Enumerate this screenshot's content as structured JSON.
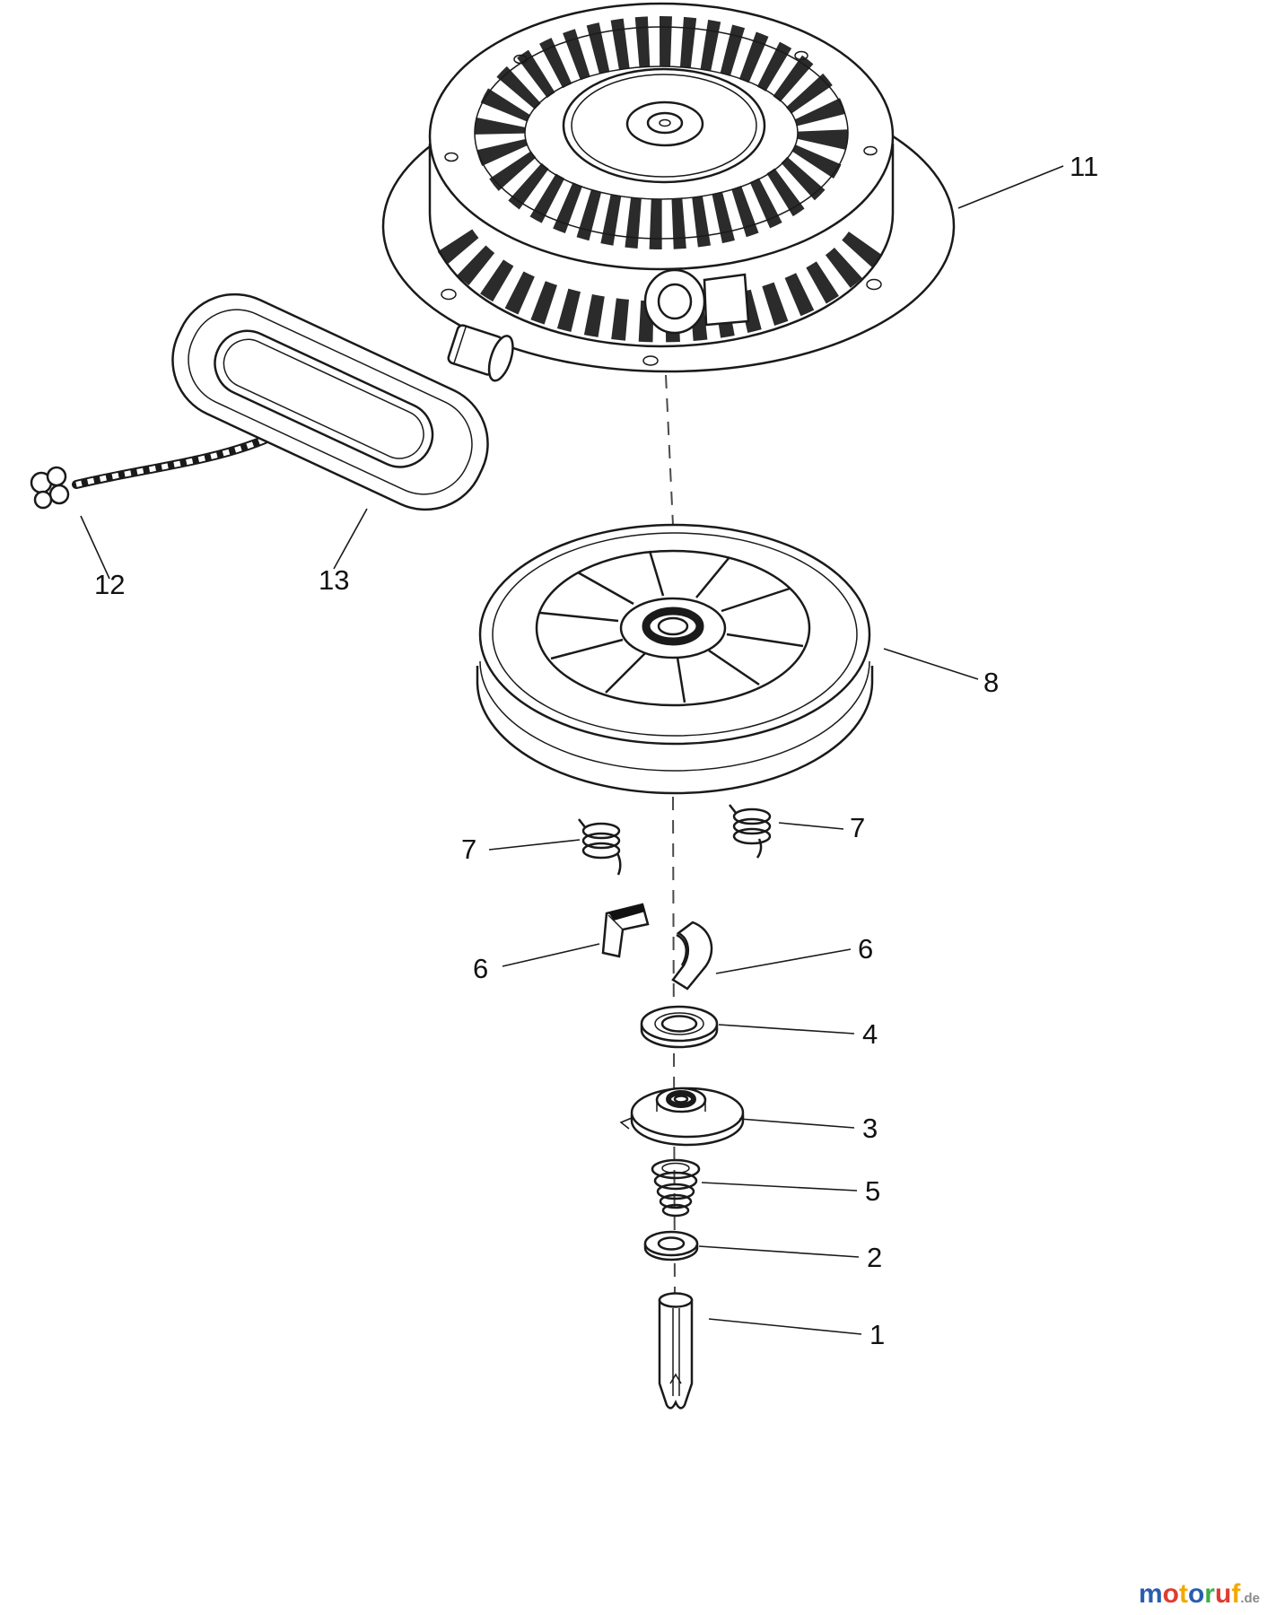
{
  "diagram": {
    "description": "Exploded parts diagram of a recoil starter assembly",
    "callouts": [
      {
        "part": "11"
      },
      {
        "part": "12"
      },
      {
        "part": "13"
      },
      {
        "part": "8"
      },
      {
        "part": "7"
      },
      {
        "part": "7"
      },
      {
        "part": "6"
      },
      {
        "part": "6"
      },
      {
        "part": "4"
      },
      {
        "part": "3"
      },
      {
        "part": "5"
      },
      {
        "part": "2"
      },
      {
        "part": "1"
      }
    ]
  },
  "colors": {
    "line": "#1a1a1a",
    "background": "#ffffff"
  },
  "watermark": {
    "word": "motoruf",
    "suffix": ".de",
    "letters": [
      {
        "ch": "m",
        "color": "#2a5db0"
      },
      {
        "ch": "o",
        "color": "#e03c31"
      },
      {
        "ch": "t",
        "color": "#f2a900"
      },
      {
        "ch": "o",
        "color": "#2a5db0"
      },
      {
        "ch": "r",
        "color": "#3fae49"
      },
      {
        "ch": "u",
        "color": "#e03c31"
      },
      {
        "ch": "f",
        "color": "#f2a900"
      }
    ]
  }
}
